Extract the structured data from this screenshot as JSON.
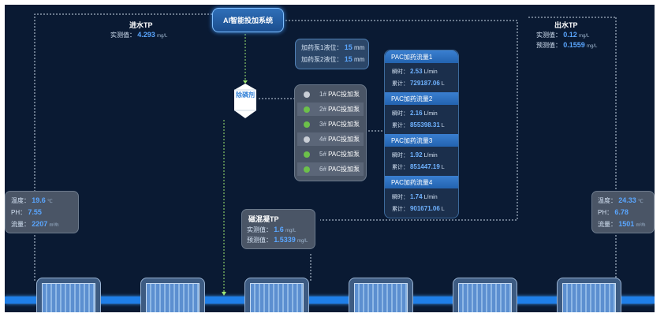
{
  "system": {
    "title": "AI智能投加系统"
  },
  "inlet": {
    "title": "进水TP",
    "measured_label": "实测值：",
    "measured_value": "4.293",
    "unit": "mg/L"
  },
  "outlet": {
    "title": "出水TP",
    "measured_label": "实测值：",
    "measured_value": "0.12",
    "predicted_label": "预测值：",
    "predicted_value": "0.1559",
    "unit": "mg/L"
  },
  "levels": {
    "pump1_label": "加药泵1液位：",
    "pump1_value": "15",
    "pump2_label": "加药泵2液位：",
    "pump2_value": "15",
    "unit": "mm"
  },
  "tank": {
    "label": "除磷剂"
  },
  "pumps": [
    {
      "num": "1#",
      "name": "PAC投加泵",
      "status_color": "#c9ced6"
    },
    {
      "num": "2#",
      "name": "PAC投加泵",
      "status_color": "#6cc04a"
    },
    {
      "num": "3#",
      "name": "PAC投加泵",
      "status_color": "#6cc04a"
    },
    {
      "num": "4#",
      "name": "PAC投加泵",
      "status_color": "#c9ced6"
    },
    {
      "num": "5#",
      "name": "PAC投加泵",
      "status_color": "#6cc04a"
    },
    {
      "num": "6#",
      "name": "PAC投加泵",
      "status_color": "#6cc04a"
    }
  ],
  "flows": [
    {
      "title": "PAC加药流量1",
      "instant_label": "瞬时：",
      "instant_value": "2.53",
      "instant_unit": "L/min",
      "total_label": "累计：",
      "total_value": "729187.06",
      "total_unit": "L"
    },
    {
      "title": "PAC加药流量2",
      "instant_label": "瞬时：",
      "instant_value": "2.16",
      "instant_unit": "L/min",
      "total_label": "累计：",
      "total_value": "855398.31",
      "total_unit": "L"
    },
    {
      "title": "PAC加药流量3",
      "instant_label": "瞬时：",
      "instant_value": "1.92",
      "instant_unit": "L/min",
      "total_label": "累计：",
      "total_value": "851447.19",
      "total_unit": "L"
    },
    {
      "title": "PAC加药流量4",
      "instant_label": "瞬时：",
      "instant_value": "1.74",
      "instant_unit": "L/min",
      "total_label": "累计：",
      "total_value": "901671.06",
      "total_unit": "L"
    }
  ],
  "magnetic": {
    "title": "磁混凝TP",
    "measured_label": "实测值：",
    "measured_value": "1.6",
    "predicted_label": "预测值：",
    "predicted_value": "1.5339",
    "unit": "mg/L"
  },
  "left_sensor": {
    "temp_label": "温度：",
    "temp_value": "19.6",
    "temp_unit": "℃",
    "ph_label": "PH：",
    "ph_value": "7.55",
    "flow_label": "流量：",
    "flow_value": "2207",
    "flow_unit": "m³/h"
  },
  "right_sensor": {
    "temp_label": "温度：",
    "temp_value": "24.33",
    "temp_unit": "℃",
    "ph_label": "PH：",
    "ph_value": "6.78",
    "flow_label": "流量：",
    "flow_value": "1501",
    "flow_unit": "m³/h"
  },
  "colors": {
    "background": "#0a1a33",
    "accent_blue": "#5aa6ff",
    "pump_on": "#6cc04a",
    "pump_off": "#c9ced6",
    "flow_line": "#9fe870"
  }
}
